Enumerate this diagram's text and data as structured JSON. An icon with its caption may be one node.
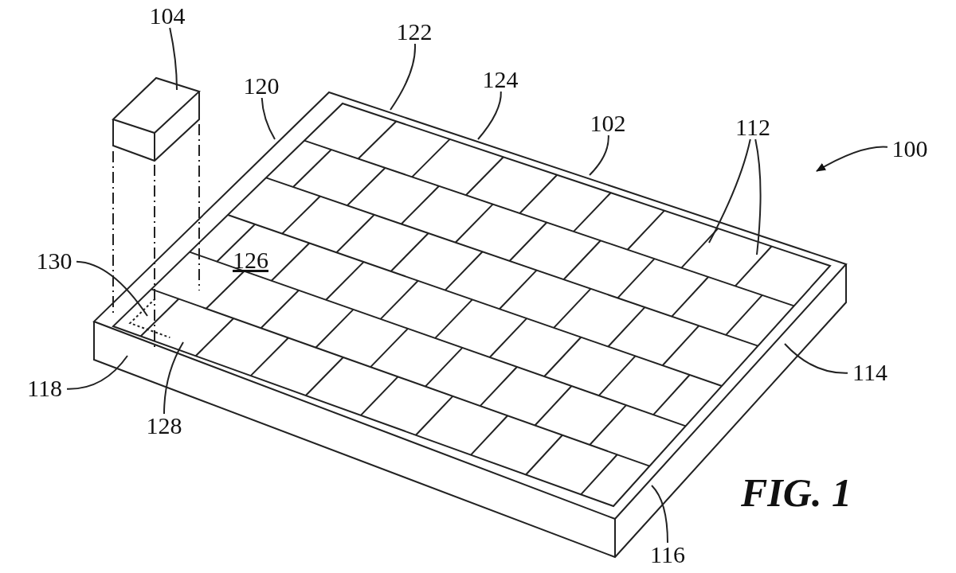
{
  "diagram": {
    "caption": "FIG. 1",
    "nodes": [
      {
        "text": [
          "104"
        ]
      },
      {
        "text": [
          "122"
        ]
      },
      {
        "text": [
          "120"
        ]
      },
      {
        "text": [
          "124"
        ]
      },
      {
        "text": [
          "102"
        ]
      },
      {
        "text": [
          "112"
        ]
      },
      {
        "text": [
          "100"
        ]
      },
      {
        "text": [
          "130"
        ]
      },
      {
        "text": [
          "118"
        ]
      },
      {
        "text": [
          "128"
        ]
      },
      {
        "text": [
          "114"
        ]
      },
      {
        "text": [
          "116"
        ]
      }
    ],
    "edges": [
      {
        "from": 0,
        "to": null,
        "arrow": "none"
      },
      {
        "from": 1,
        "to": null,
        "arrow": "none"
      },
      {
        "from": 2,
        "to": null,
        "arrow": "none"
      },
      {
        "from": 3,
        "to": null,
        "arrow": "none"
      },
      {
        "from": 4,
        "to": null,
        "arrow": "none"
      },
      {
        "from": 5,
        "to": null,
        "arrow": "none"
      },
      {
        "from": 5,
        "to": null,
        "arrow": "none"
      },
      {
        "from": 6,
        "to": null,
        "arrow": "to"
      },
      {
        "from": 7,
        "to": null,
        "arrow": "none"
      },
      {
        "from": 8,
        "to": null,
        "arrow": "none"
      },
      {
        "from": 9,
        "to": null,
        "arrow": "none"
      },
      {
        "from": 10,
        "to": null,
        "arrow": "none"
      },
      {
        "from": 11,
        "to": null,
        "arrow": "none"
      }
    ],
    "labels": [
      "126"
    ]
  }
}
